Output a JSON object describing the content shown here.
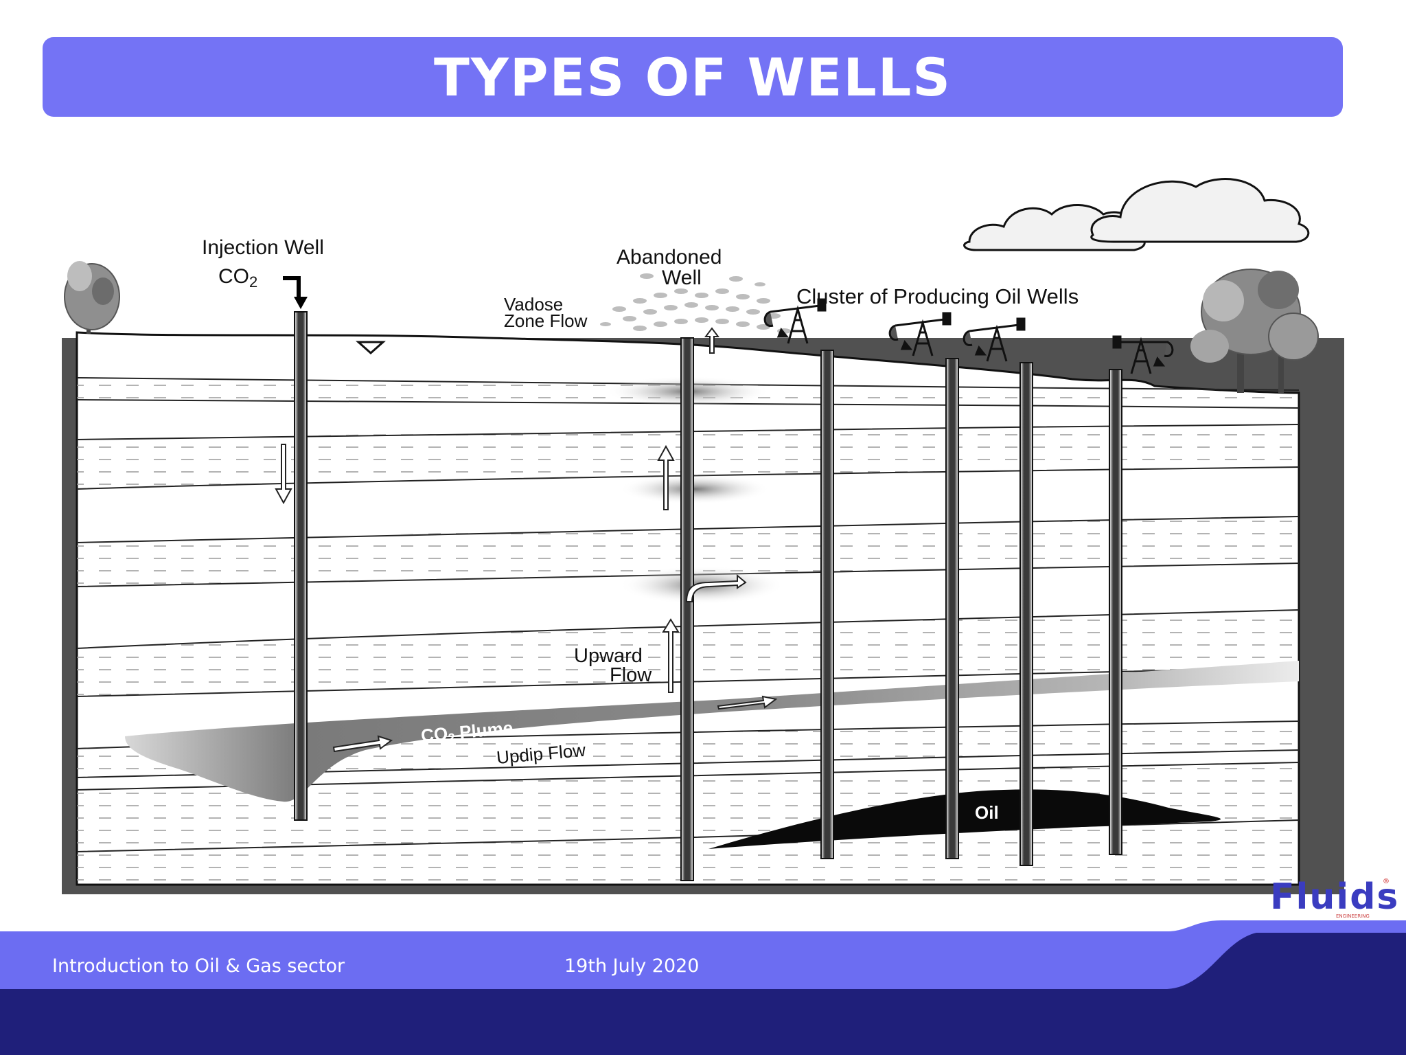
{
  "slide": {
    "title": "TYPES OF WELLS"
  },
  "diagram": {
    "labels": {
      "injection_well": "Injection Well",
      "co2": "CO",
      "co2_sub": "2",
      "abandoned_line1": "Abandoned",
      "abandoned_line2": "Well",
      "vadose_line1": "Vadose",
      "vadose_line2": "Zone Flow",
      "cluster": "Cluster of Producing Oil Wells",
      "upward_line1": "Upward",
      "upward_line2": "Flow",
      "plume_co": "CO",
      "plume_sub": "2",
      "plume_word": " Plume",
      "updip": "Updip Flow",
      "oil": "Oil"
    }
  },
  "footer": {
    "course": "Introduction to Oil & Gas sector",
    "date": "19th July 2020"
  },
  "logo": {
    "word": "Fluids",
    "sub": "ENGINEERING",
    "reg": "®"
  },
  "colors": {
    "title_bar": "#7473f5",
    "footer_light": "#6c6df2",
    "footer_dark": "#1f1f7a"
  }
}
